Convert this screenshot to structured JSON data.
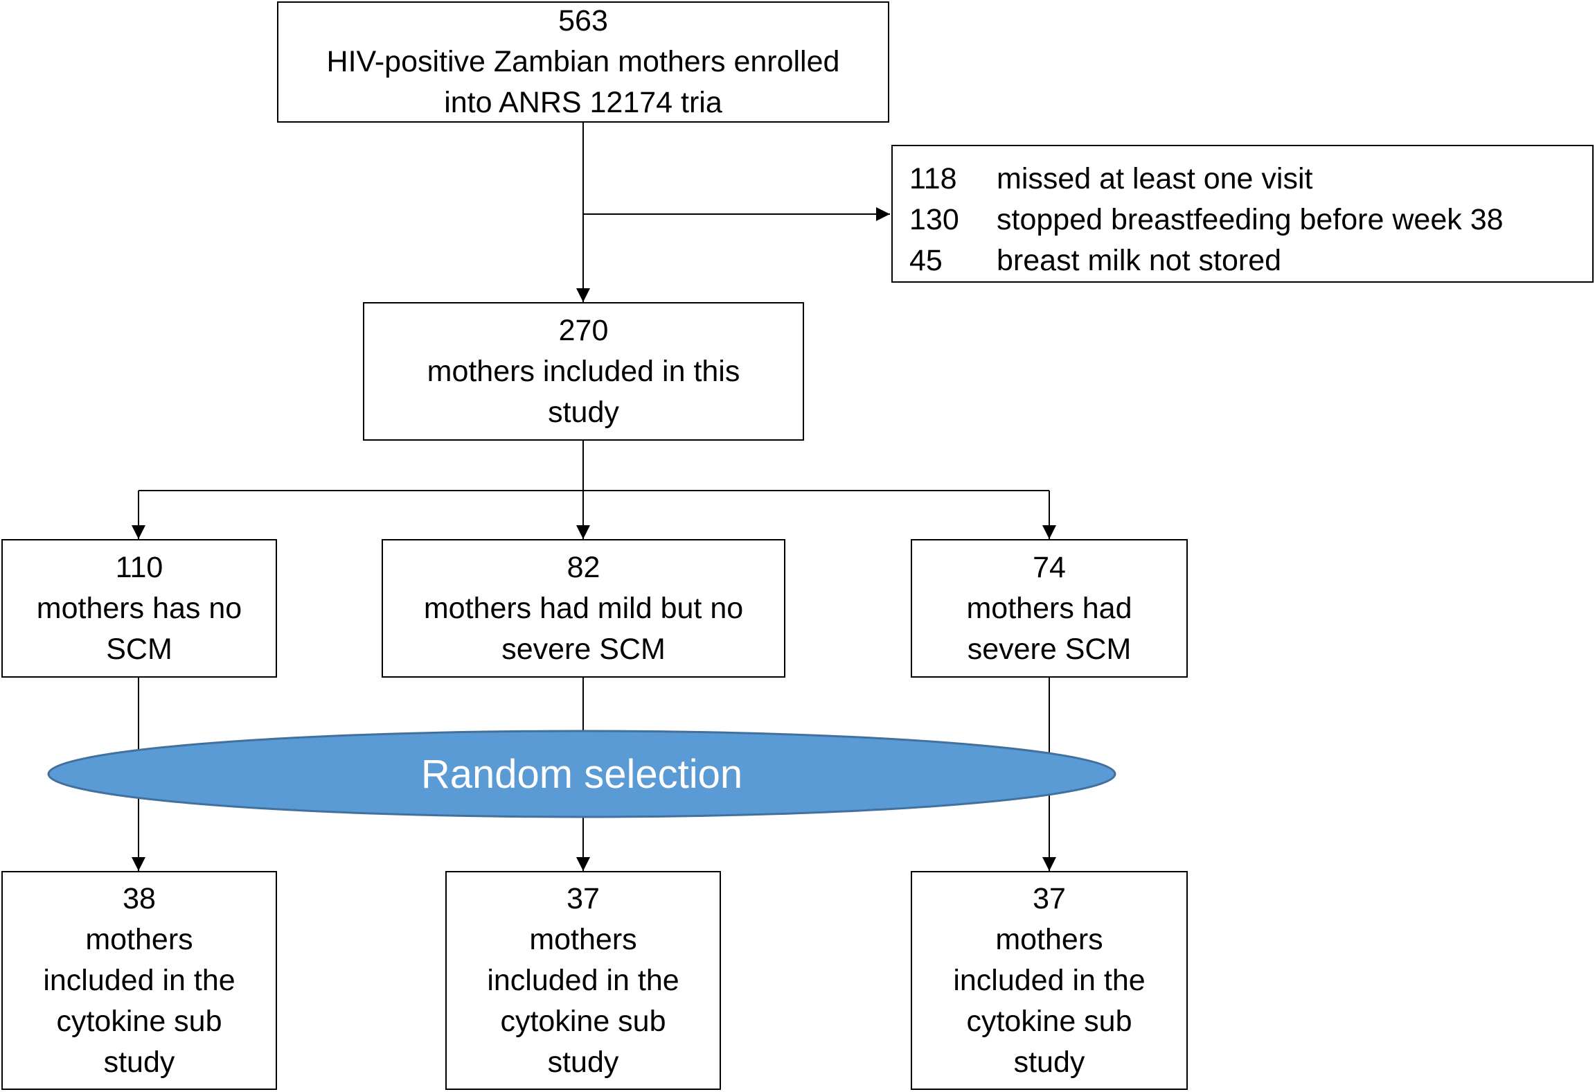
{
  "enrolled": {
    "count": "563",
    "line1": "HIV-positive Zambian mothers enrolled",
    "line2": "into ANRS 12174 tria"
  },
  "exclusions": [
    {
      "count": "118",
      "reason": "missed at least one visit"
    },
    {
      "count": "130",
      "reason": "stopped breastfeeding before week 38"
    },
    {
      "count": "45",
      "reason": "breast milk not stored"
    }
  ],
  "included": {
    "count": "270",
    "line1": "mothers included in this",
    "line2": "study"
  },
  "groups": [
    {
      "count": "110",
      "line1": "mothers has no",
      "line2": "SCM"
    },
    {
      "count": "82",
      "line1": "mothers had mild but no",
      "line2": "severe SCM"
    },
    {
      "count": "74",
      "line1": "mothers had",
      "line2": "severe SCM"
    }
  ],
  "selection_label": "Random selection",
  "selection_color": "#5b9bd5",
  "selection_border": "#41719c",
  "substudy": [
    {
      "count": "38",
      "lines": [
        "mothers",
        "included in the",
        "cytokine sub",
        "study"
      ]
    },
    {
      "count": "37",
      "lines": [
        "mothers",
        "included in the",
        "cytokine sub",
        "study"
      ]
    },
    {
      "count": "37",
      "lines": [
        "mothers",
        "included in the",
        "cytokine sub",
        "study"
      ]
    }
  ]
}
